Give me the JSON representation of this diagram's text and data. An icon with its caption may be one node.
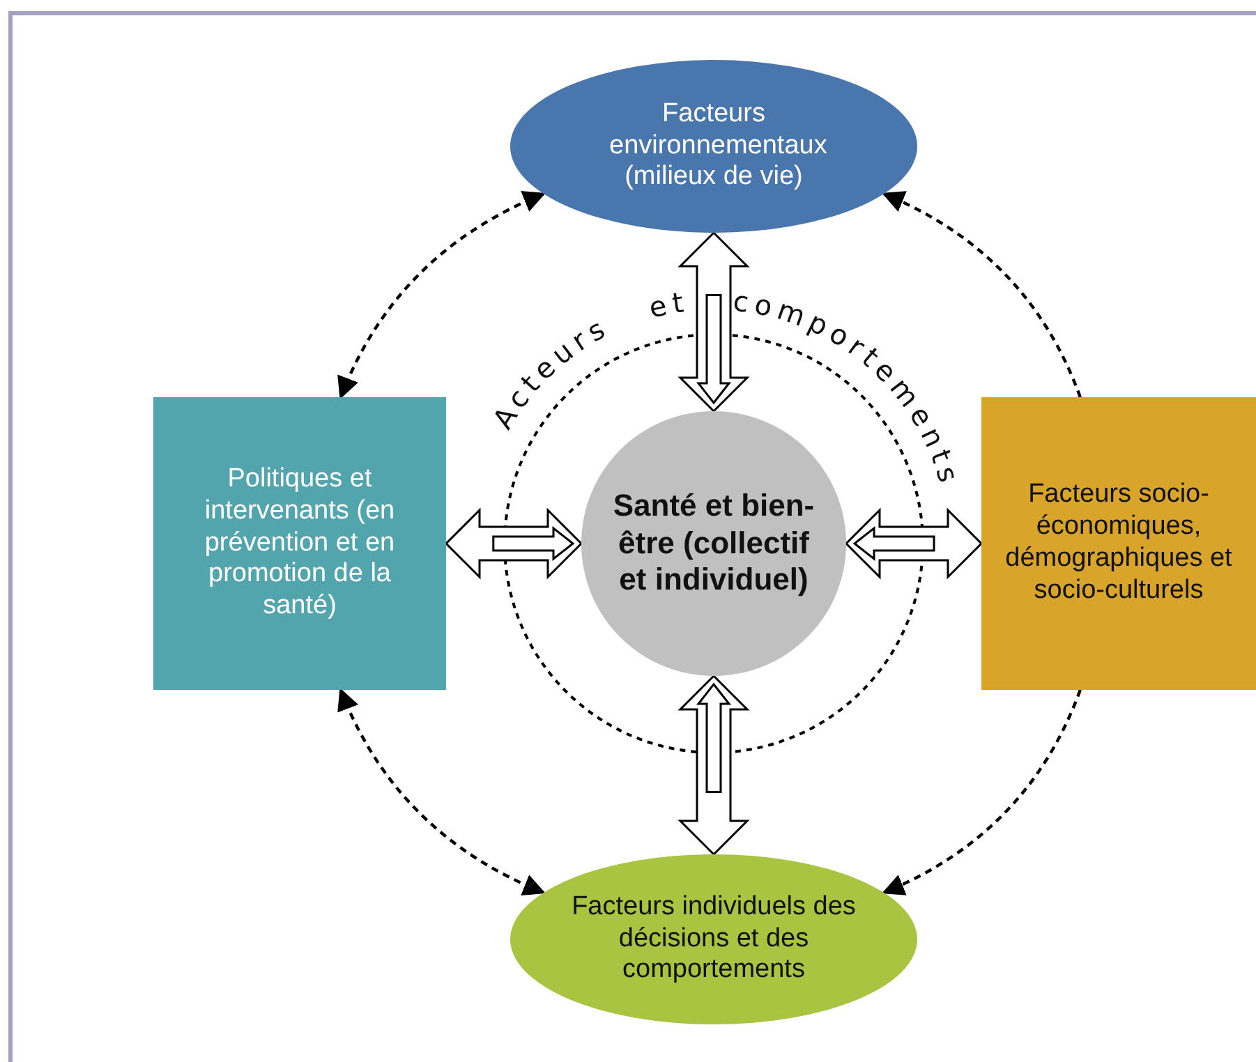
{
  "diagram": {
    "nodes": [
      {
        "text": [
          "Facteurs environnementaux (milieux de vie)"
        ]
      },
      {
        "text": [
          "Politiques et intervenants (en prévention et en promotion de la santé)"
        ]
      },
      {
        "text": [
          "Santé et bien-être (collectif et individuel)"
        ]
      },
      {
        "text": [
          "Facteurs socio-économiques, démographiques et socio-culturels"
        ]
      },
      {
        "text": [
          "Facteurs individuels des décisions et des comportements"
        ]
      }
    ],
    "edges": [
      {
        "from": 0,
        "to": 1,
        "arrow": "both",
        "style": "dashed"
      },
      {
        "from": 3,
        "to": 0,
        "arrow": "to",
        "style": "dashed"
      },
      {
        "from": 1,
        "to": 4,
        "arrow": "both",
        "style": "dashed"
      },
      {
        "from": 3,
        "to": 4,
        "arrow": "to",
        "style": "dashed"
      },
      {
        "from": 0,
        "to": 2,
        "arrow": "both",
        "style": "thick"
      },
      {
        "from": 1,
        "to": 2,
        "arrow": "both",
        "style": "thick"
      },
      {
        "from": 3,
        "to": 2,
        "arrow": "both",
        "style": "thick"
      },
      {
        "from": 4,
        "to": 2,
        "arrow": "both",
        "style": "thick"
      }
    ],
    "labels": [
      "Acteurs et comportements"
    ]
  }
}
